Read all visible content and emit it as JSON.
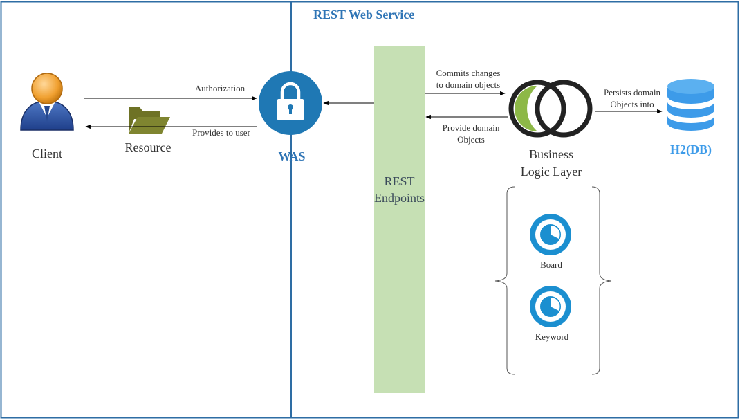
{
  "diagram": {
    "region_title": "REST Web Service",
    "client": {
      "label": "Client",
      "icon": "user-icon"
    },
    "resource": {
      "label": "Resource",
      "icon": "folder-open-icon"
    },
    "was": {
      "label": "WAS",
      "icon": "lock-icon"
    },
    "rest": {
      "line1": "REST",
      "line2": "Endpoints"
    },
    "business": {
      "line1": "Business",
      "line2": "Logic Layer",
      "icon": "interlocking-rings-icon"
    },
    "db": {
      "label": "H2(DB)",
      "icon": "database-icon"
    },
    "modules": [
      {
        "label": "Board",
        "icon": "pie-chart-icon"
      },
      {
        "label": "Keyword",
        "icon": "pie-chart-icon"
      }
    ],
    "edges": {
      "authorization": "Authorization",
      "provides_to_user": "Provides to user",
      "commits_l1": "Commits changes",
      "commits_l2": "to domain objects",
      "provide_l1": "Provide domain",
      "provide_l2": "Objects",
      "persists_l1": "Persists domain",
      "persists_l2": "Objects into"
    }
  },
  "colors": {
    "border": "#2e6da4",
    "title": "#2e74b5",
    "was_circle": "#1f78b4",
    "rest_band": "#c6e0b4",
    "db_blue": "#3d9be9",
    "folder": "#7b7d2a",
    "module_blue": "#1b8fd0"
  }
}
